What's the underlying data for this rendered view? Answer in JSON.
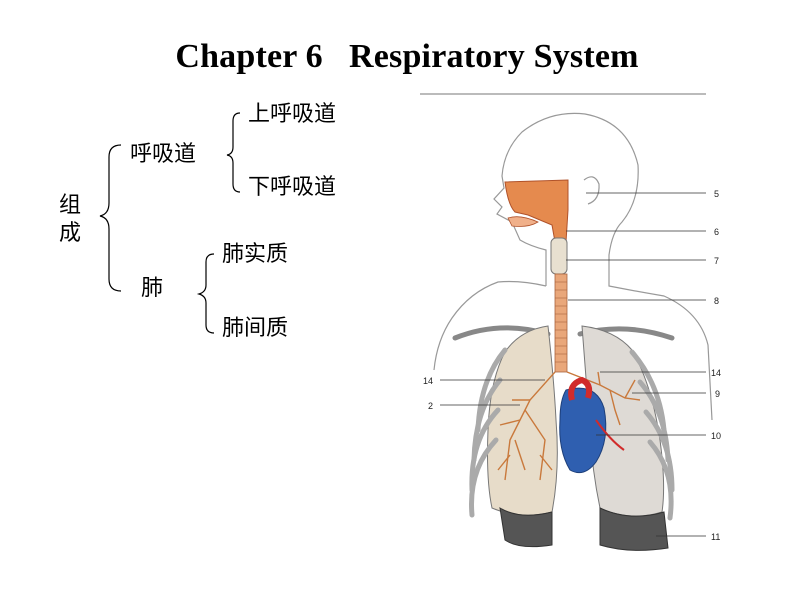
{
  "title": "Chapter 6   Respiratory System",
  "tree": {
    "root": "组成",
    "branches": [
      {
        "label": "呼吸道",
        "children": [
          "上呼吸道",
          "下呼吸道"
        ]
      },
      {
        "label": "肺",
        "children": [
          "肺实质",
          "肺间质"
        ]
      }
    ]
  },
  "figure": {
    "labels": {
      "l5": "5",
      "l6": "6",
      "l7": "7",
      "l8": "8",
      "l14r": "14",
      "l9": "9",
      "l10": "10",
      "l11": "11",
      "l14l": "14",
      "l2": "2"
    }
  }
}
